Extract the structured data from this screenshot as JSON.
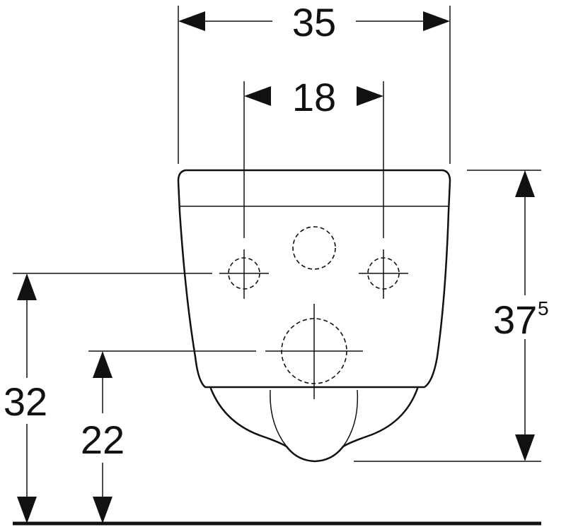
{
  "diagram": {
    "dimensions": {
      "overall_width": "35",
      "fixing_centres": "18",
      "height_body": "37",
      "height_body_sup": "5",
      "height_fixings": "32",
      "height_outlet": "22"
    }
  }
}
